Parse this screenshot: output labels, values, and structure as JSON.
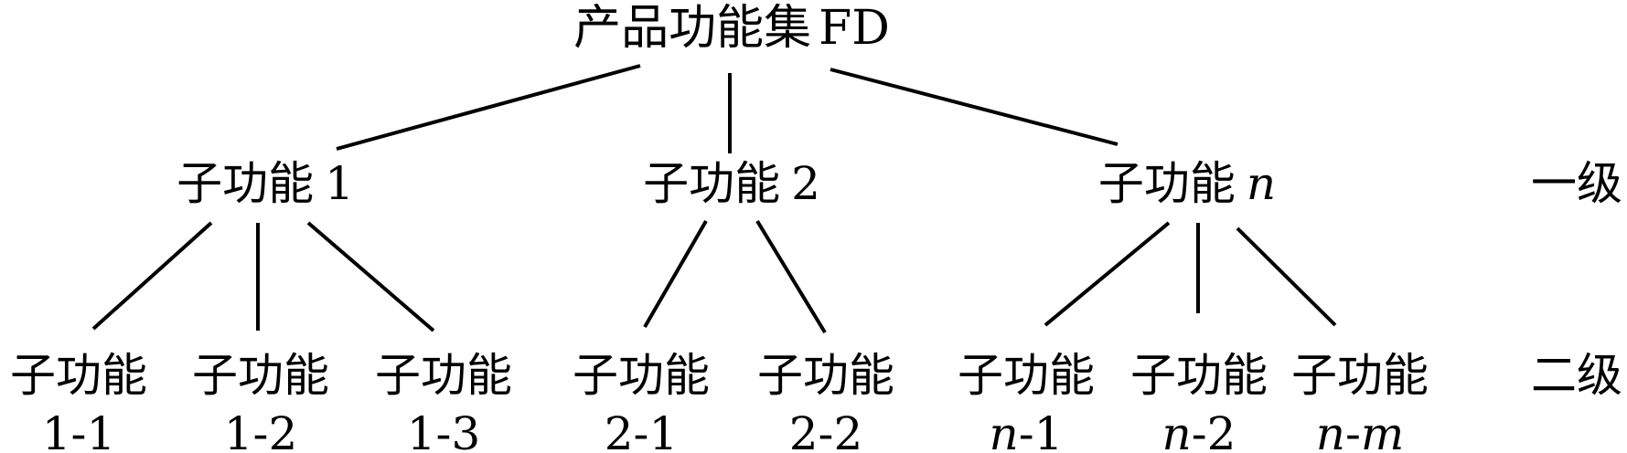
{
  "root": {
    "label_cn": "产品功能集",
    "label_latin": "FD"
  },
  "level_labels": {
    "level1": "一级",
    "level2": "二级"
  },
  "level1_nodes": [
    {
      "prefix": "子功能",
      "suffix": "1",
      "suffix_italic": false
    },
    {
      "prefix": "子功能",
      "suffix": "2",
      "suffix_italic": false
    },
    {
      "prefix": "子功能",
      "suffix": "n",
      "suffix_italic": true
    }
  ],
  "level2_nodes": [
    {
      "line1": "子功能",
      "line2_parts": [
        {
          "text": "1-1",
          "italic": false
        }
      ]
    },
    {
      "line1": "子功能",
      "line2_parts": [
        {
          "text": "1-2",
          "italic": false
        }
      ]
    },
    {
      "line1": "子功能",
      "line2_parts": [
        {
          "text": "1-3",
          "italic": false
        }
      ]
    },
    {
      "line1": "子功能",
      "line2_parts": [
        {
          "text": "2-1",
          "italic": false
        }
      ]
    },
    {
      "line1": "子功能",
      "line2_parts": [
        {
          "text": "2-2",
          "italic": false
        }
      ]
    },
    {
      "line1": "子功能",
      "line2_parts": [
        {
          "text": "n",
          "italic": true
        },
        {
          "text": "-1",
          "italic": false
        }
      ]
    },
    {
      "line1": "子功能",
      "line2_parts": [
        {
          "text": "n",
          "italic": true
        },
        {
          "text": "-2",
          "italic": false
        }
      ]
    },
    {
      "line1": "子功能",
      "line2_parts": [
        {
          "text": "n",
          "italic": true
        },
        {
          "text": "-",
          "italic": false
        },
        {
          "text": "m",
          "italic": true
        }
      ]
    }
  ]
}
